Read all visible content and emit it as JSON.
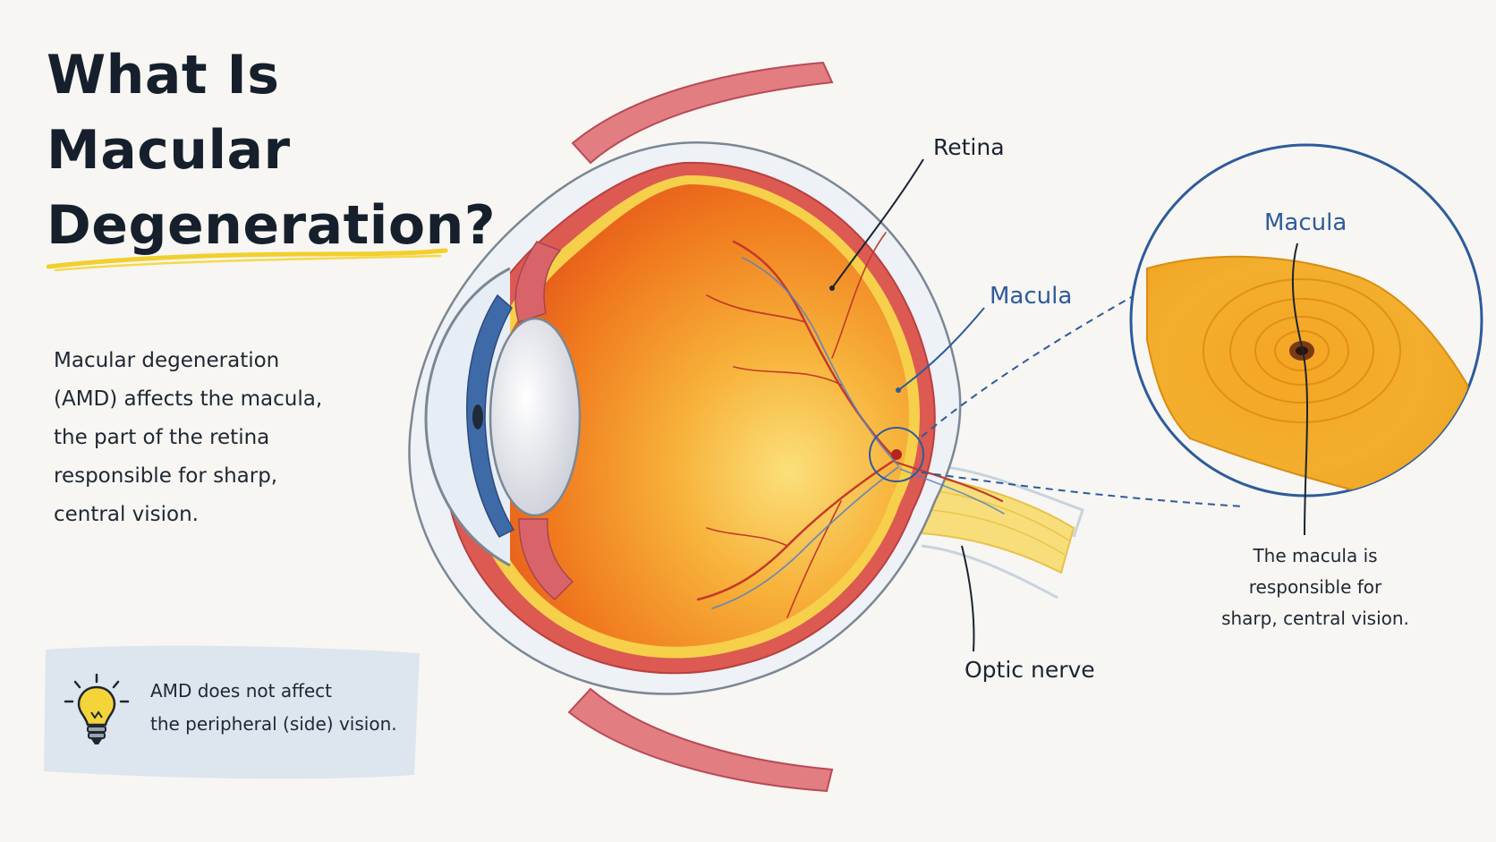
{
  "title": {
    "line1": "What Is",
    "line2": "Macular",
    "line3": "Degeneration?"
  },
  "intro": {
    "line1": "Macular degeneration",
    "line2": "(AMD) affects the macula,",
    "line3": "the part of the retina",
    "line4": "responsible for sharp,",
    "line5": "central vision."
  },
  "tip": {
    "icon": "lightbulb-icon",
    "line1": "AMD does not affect",
    "line2": "the peripheral (side) vision."
  },
  "labels": {
    "retina": "Retina",
    "macula": "Macula",
    "optic_nerve": "Optic nerve",
    "zoom_macula": "Macula"
  },
  "zoom_caption": {
    "line1": "The macula is",
    "line2": "responsible for",
    "line3": "sharp, central vision."
  },
  "colors": {
    "accent_blue": "#2e5b9a",
    "highlight_yellow": "#f2cf2c",
    "tip_box": "#dde5ee",
    "eye_orange": "#f07a1e"
  }
}
